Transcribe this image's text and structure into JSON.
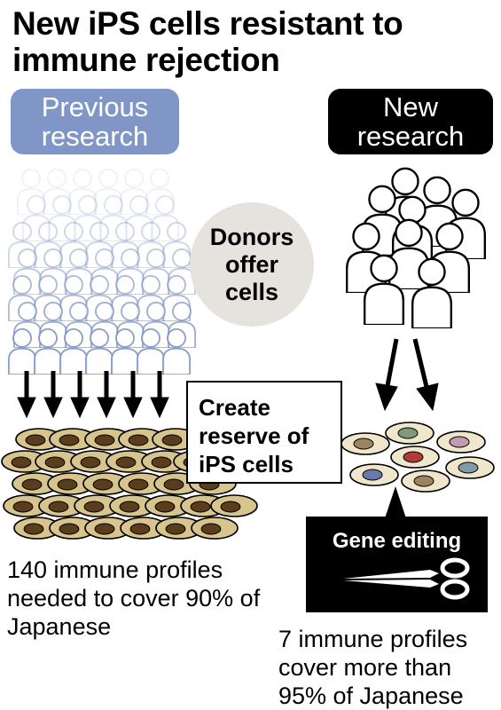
{
  "title": "New iPS cells resistant to immune rejection",
  "previous_label": "Previous research",
  "new_label": "New research",
  "donors_label": "Donors offer cells",
  "create_label": "Create reserve of iPS cells",
  "gene_label": "Gene editing",
  "left_caption": "140 immune profiles needed to cover 90% of Japanese",
  "right_caption": "7 immune profiles cover more than 95% of Japanese",
  "icons": {
    "people": "person-icon",
    "arrow": "arrow-down-icon",
    "cell": "cell-icon",
    "scissors": "scissors-icon"
  },
  "colors": {
    "previous_accent": "#7f96c6",
    "new_accent": "#000000",
    "donor_circle": "#e6e2de",
    "cell_fill": "#d8c58e",
    "cell_nucleus": "#5a3d1c",
    "new_cell_nucleus_colors": [
      "#9a8560",
      "#7f9a78",
      "#c49ab0",
      "#b03a3a",
      "#7f9aa8",
      "#6a78b0"
    ]
  }
}
